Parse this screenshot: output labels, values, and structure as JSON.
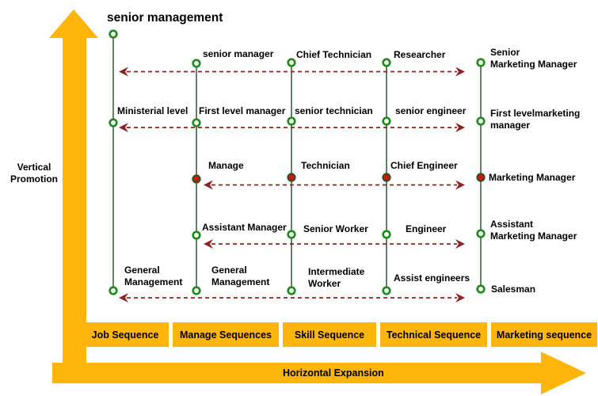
{
  "axes": {
    "vertical_label": "Vertical\nPromotion",
    "horizontal_label": "Horizontal Expansion"
  },
  "columns": [
    {
      "sequence": "Job Sequence",
      "nodes": [
        "senior management",
        "Ministerial level",
        "General\nManagement"
      ]
    },
    {
      "sequence": "Manage Sequences",
      "nodes": [
        "senior manager",
        "First level manager",
        "Manage",
        "Assistant Manager",
        "General\nManagement"
      ]
    },
    {
      "sequence": "Skill Sequence",
      "nodes": [
        "Chief Technician",
        "senior technician",
        "Technician",
        "Senior Worker",
        "Intermediate\nWorker"
      ]
    },
    {
      "sequence": "Technical Sequence",
      "nodes": [
        "Researcher",
        "senior engineer",
        "Chief Engineer",
        "Engineer",
        "Assist engineers"
      ]
    },
    {
      "sequence": "Marketing sequence",
      "nodes": [
        "Senior\nMarketing Manager",
        "First levelmarketing\nmanager",
        "Marketing Manager",
        "Assistant\nMarketing Manager",
        "Salesman"
      ]
    }
  ],
  "colors": {
    "accent_yellow": "#FFB50A",
    "arrow_red": "#8B2424",
    "node_green": "#1F8C1F",
    "node_red": "#CD1A00"
  }
}
